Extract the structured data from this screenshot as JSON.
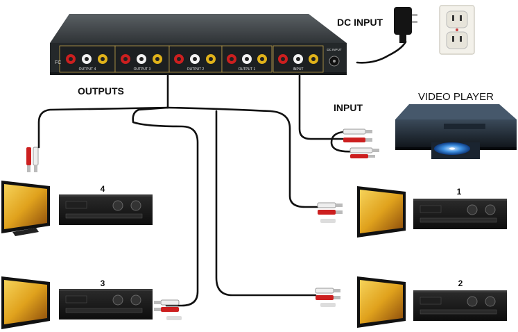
{
  "labels": {
    "dc_input": "DC INPUT",
    "outputs": "OUTPUTS",
    "input": "INPUT",
    "video_player": "VIDEO PLAYER"
  },
  "panel": {
    "output_4": "OUTPUT 4",
    "output_3": "OUTPUT 3",
    "output_2": "OUTPUT 2",
    "output_1": "OUTPUT 1",
    "input": "INPUT",
    "dc_jack": "DC INPUT"
  },
  "stations": {
    "s1": "1",
    "s2": "2",
    "s3": "3",
    "s4": "4"
  },
  "colors": {
    "rca_red": "#cc1f1f",
    "rca_white": "#f2f2f2",
    "rca_yellow": "#e0b21a",
    "chassis": "#3f4447"
  }
}
